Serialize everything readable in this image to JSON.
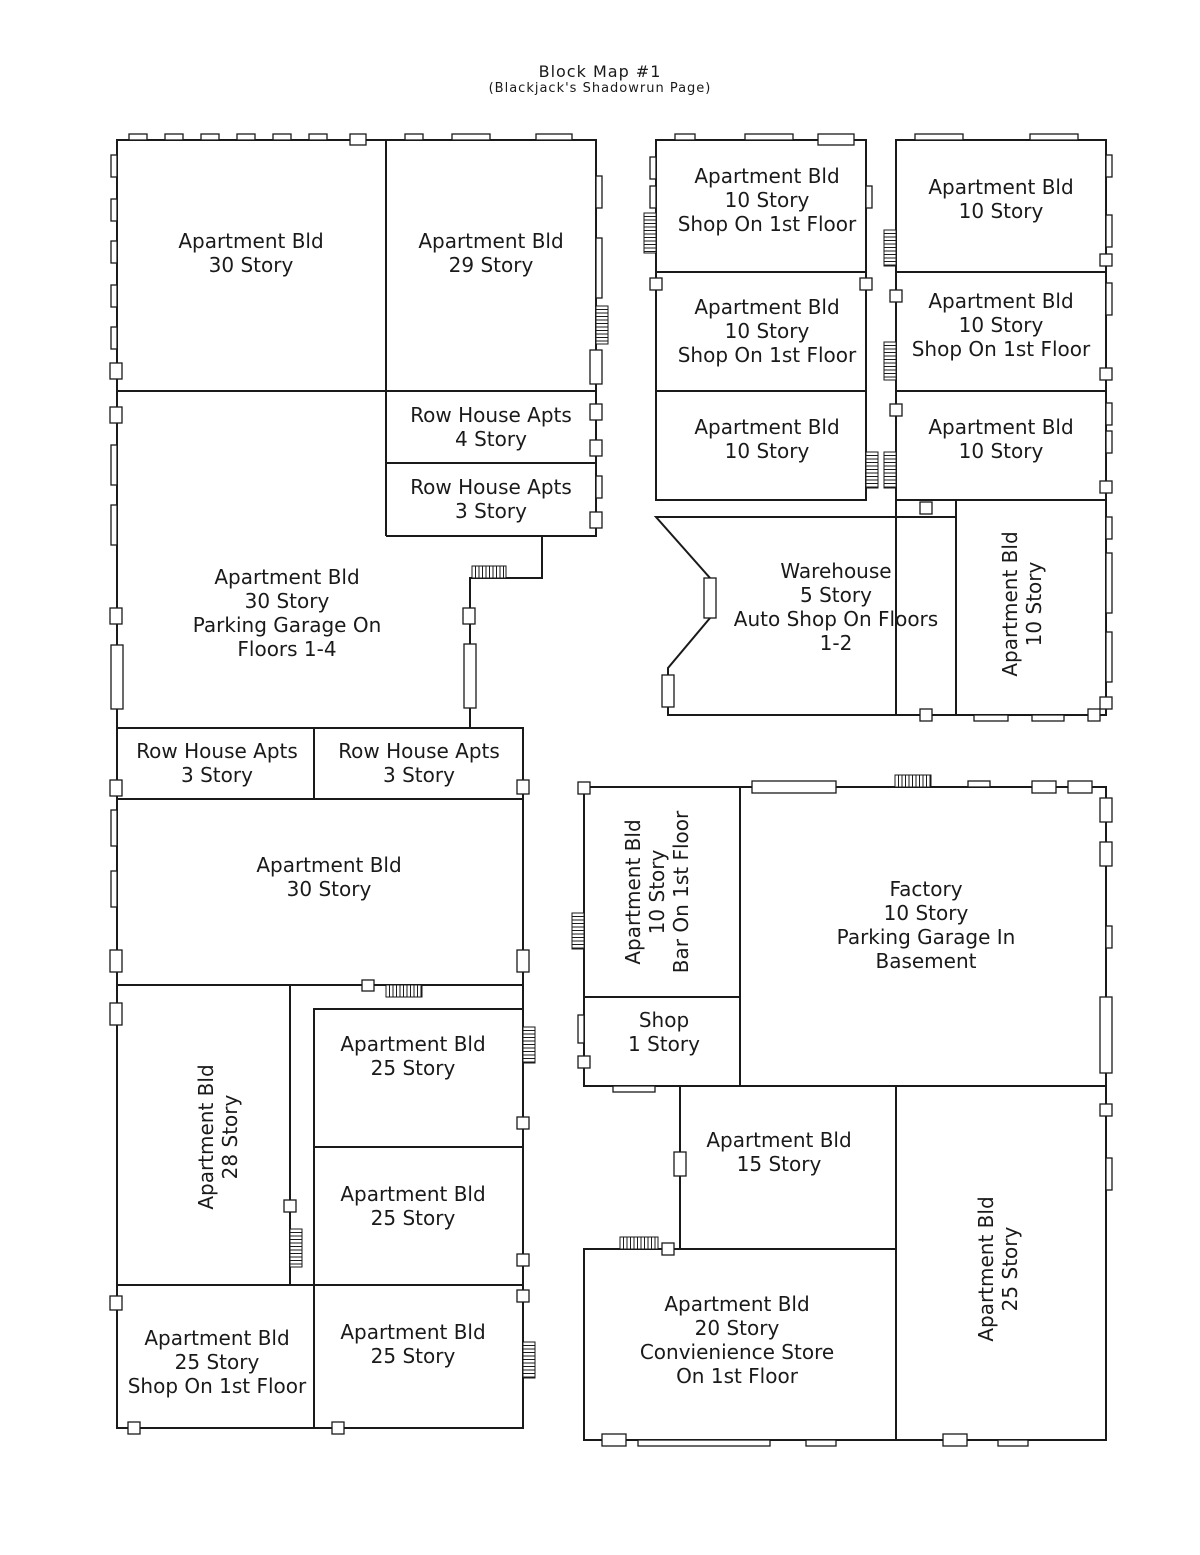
{
  "title": "Block Map #1",
  "subtitle": "(Blackjack's Shadowrun Page)",
  "buildings": [
    {
      "id": "b1",
      "lines": [
        "Apartment Bld",
        "30 Story"
      ]
    },
    {
      "id": "b2",
      "lines": [
        "Apartment Bld",
        "29 Story"
      ]
    },
    {
      "id": "b3",
      "lines": [
        "Row House Apts",
        "4 Story"
      ]
    },
    {
      "id": "b4",
      "lines": [
        "Row House Apts",
        "3 Story"
      ]
    },
    {
      "id": "b5",
      "lines": [
        "Apartment Bld",
        "30 Story",
        "Parking Garage On",
        "Floors 1-4"
      ]
    },
    {
      "id": "b6",
      "lines": [
        "Row House Apts",
        "3 Story"
      ]
    },
    {
      "id": "b7",
      "lines": [
        "Row House Apts",
        "3 Story"
      ]
    },
    {
      "id": "b8",
      "lines": [
        "Apartment Bld",
        "30 Story"
      ]
    },
    {
      "id": "b9",
      "lines": [
        "Apartment Bld",
        "28 Story"
      ]
    },
    {
      "id": "b10",
      "lines": [
        "Apartment Bld",
        "25 Story"
      ]
    },
    {
      "id": "b11",
      "lines": [
        "Apartment Bld",
        "25 Story"
      ]
    },
    {
      "id": "b12",
      "lines": [
        "Apartment Bld",
        "25 Story",
        "Shop On 1st Floor"
      ]
    },
    {
      "id": "b13",
      "lines": [
        "Apartment Bld",
        "25 Story"
      ]
    },
    {
      "id": "b14",
      "lines": [
        "Apartment Bld",
        "10 Story",
        "Shop On 1st Floor"
      ]
    },
    {
      "id": "b15",
      "lines": [
        "Apartment Bld",
        "10 Story",
        "Shop On 1st Floor"
      ]
    },
    {
      "id": "b16",
      "lines": [
        "Apartment Bld",
        "10 Story"
      ]
    },
    {
      "id": "b17",
      "lines": [
        "Apartment Bld",
        "10 Story"
      ]
    },
    {
      "id": "b18",
      "lines": [
        "Apartment Bld",
        "10 Story",
        "Shop On 1st Floor"
      ]
    },
    {
      "id": "b19",
      "lines": [
        "Apartment Bld",
        "10 Story"
      ]
    },
    {
      "id": "b20",
      "lines": [
        "Warehouse",
        "5 Story",
        "Auto Shop On Floors",
        "1-2"
      ]
    },
    {
      "id": "b21",
      "lines": [
        "Apartment Bld",
        "10 Story"
      ]
    },
    {
      "id": "b22",
      "lines": [
        "Apartment Bld",
        "10 Story",
        "Bar On 1st Floor"
      ]
    },
    {
      "id": "b23",
      "lines": [
        "Factory",
        "10 Story",
        "Parking Garage In",
        "Basement"
      ]
    },
    {
      "id": "b24",
      "lines": [
        "Shop",
        "1 Story"
      ]
    },
    {
      "id": "b25",
      "lines": [
        "Apartment Bld",
        "15 Story"
      ]
    },
    {
      "id": "b26",
      "lines": [
        "Apartment Bld",
        "20 Story",
        "Convienience Store",
        "On 1st Floor"
      ]
    },
    {
      "id": "b27",
      "lines": [
        "Apartment Bld",
        "25 Story"
      ]
    }
  ]
}
